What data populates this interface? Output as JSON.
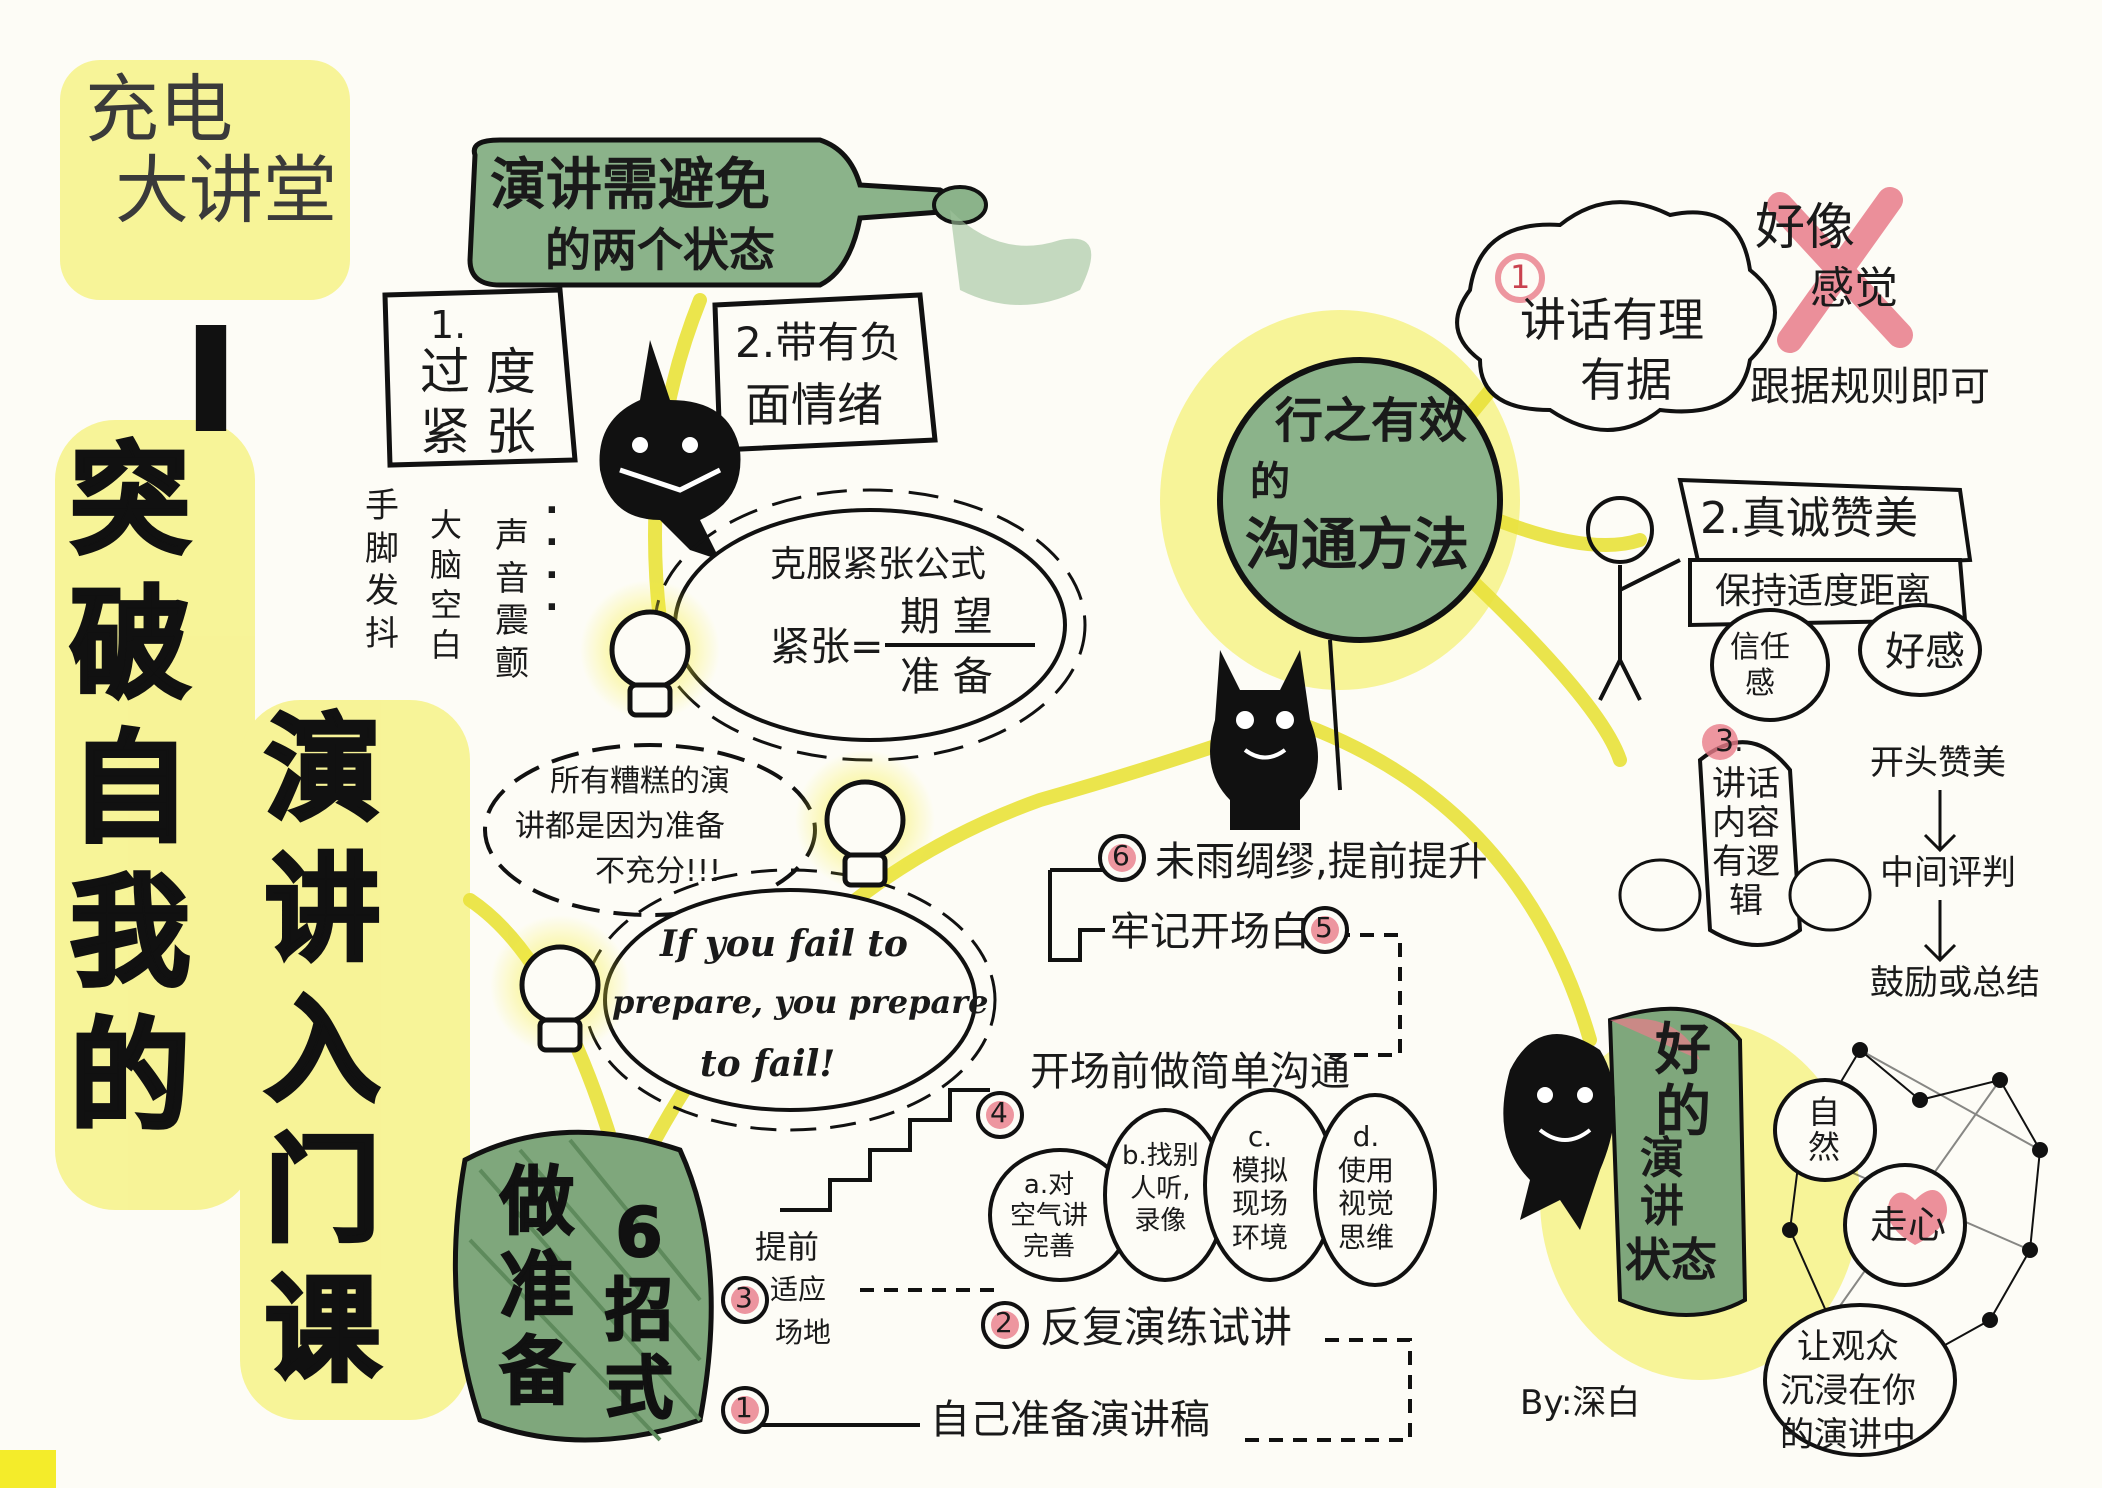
{
  "header": {
    "brand_line1": "充电",
    "brand_line2": "大讲堂",
    "roman_one": "I",
    "main_title_col1": [
      "突",
      "破",
      "自",
      "我",
      "的"
    ],
    "main_title_col2": [
      "演",
      "讲",
      "入",
      "门",
      "课"
    ]
  },
  "bottle": {
    "line1": "演讲需避免",
    "line2": "的两个状态"
  },
  "states": {
    "state1": {
      "num": "1.",
      "line1": "过 度",
      "line2": "紧 张"
    },
    "state2": {
      "line1": "2.带有负",
      "line2": "面情绪"
    },
    "symptoms": [
      [
        "手",
        "脚",
        "发",
        "抖"
      ],
      [
        "大",
        "脑",
        "空",
        "白"
      ],
      [
        "声",
        "音",
        "震",
        "颤"
      ],
      [
        "·",
        "·",
        "·",
        "·"
      ]
    ]
  },
  "formula": {
    "title": "克服紧张公式",
    "lhs": "紧张=",
    "numerator": "期 望",
    "denominator": "准 备"
  },
  "bad_speech": {
    "line1": "所有糟糕的演",
    "line2": "讲都是因为准备",
    "line3": "不充分!!!"
  },
  "english": {
    "line1": "If  you fail to",
    "line2": "prepare, you prepare",
    "line3": "to  fail!"
  },
  "six_moves": {
    "col1": [
      "做",
      "准",
      "备"
    ],
    "col2": [
      "6",
      "招",
      "式"
    ]
  },
  "steps": {
    "s1": {
      "num": "1",
      "label": "自己准备演讲稿"
    },
    "s2": {
      "num": "2",
      "label": "反复演练试讲"
    },
    "s3": {
      "num": "3",
      "line1": "提前",
      "line2": "适应",
      "line3": "场地"
    },
    "s4": {
      "num": "4",
      "label": "开场前做简单沟通"
    },
    "s5": {
      "num": "5",
      "label": "牢记开场白"
    },
    "s6": {
      "num": "6",
      "label": "未雨绸缪,提前提升"
    }
  },
  "practice": {
    "a": [
      "a.对",
      "空气讲",
      "完善"
    ],
    "b": [
      "b.找别",
      "人听,",
      "录像"
    ],
    "c": [
      "c.",
      "模拟",
      "现场",
      "环境"
    ],
    "d": [
      "d.",
      "使用",
      "视觉",
      "思维"
    ]
  },
  "method": {
    "line1": "行之有效",
    "line2": "的",
    "line3": "沟通方法"
  },
  "right": {
    "cloud_num": "1",
    "cloud_line1": "讲话有理",
    "cloud_line2": "有据",
    "cross_line1": "好像",
    "cross_line2": "感觉",
    "rule": "跟据规则即可",
    "praise_title": "2.真诚赞美",
    "praise_distance": "保持适度距离",
    "trust": [
      "信任",
      "感"
    ],
    "fond": "好感",
    "logic_num": "3.",
    "logic": [
      "讲话",
      "内容",
      "有逻",
      "辑"
    ],
    "flow1": "开头赞美",
    "flow2": "中间评判",
    "flow3": "鼓励或总结"
  },
  "good_state": {
    "col1": [
      "好",
      "的"
    ],
    "col2": [
      "演",
      "讲",
      "状",
      "态"
    ],
    "confident": [
      "自",
      "然"
    ],
    "heart": "走心",
    "immerse": [
      "让观众",
      "沉浸在你",
      "的演讲中"
    ]
  },
  "signature": "By:深白",
  "colors": {
    "highlight": "#f3ed4a",
    "green": "#7fa77c",
    "pink": "#e97c8a",
    "ink": "#141414"
  }
}
